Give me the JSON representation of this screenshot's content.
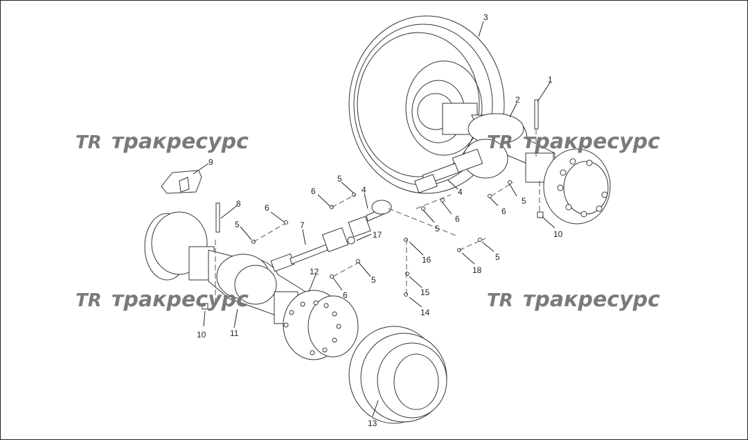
{
  "watermark": {
    "logo_text": "TR",
    "brand_text": "тракресурс",
    "color": "#7a7a7a"
  },
  "callouts": [
    {
      "id": "c1",
      "label": "1"
    },
    {
      "id": "c2",
      "label": "2"
    },
    {
      "id": "c3",
      "label": "3"
    },
    {
      "id": "c4a",
      "label": "4"
    },
    {
      "id": "c4b",
      "label": "4"
    },
    {
      "id": "c5a",
      "label": "5"
    },
    {
      "id": "c5b",
      "label": "5"
    },
    {
      "id": "c5c",
      "label": "5"
    },
    {
      "id": "c5d",
      "label": "5"
    },
    {
      "id": "c5e",
      "label": "5"
    },
    {
      "id": "c5f",
      "label": "5"
    },
    {
      "id": "c6a",
      "label": "6"
    },
    {
      "id": "c6b",
      "label": "6"
    },
    {
      "id": "c6c",
      "label": "6"
    },
    {
      "id": "c6d",
      "label": "6"
    },
    {
      "id": "c6e",
      "label": "6"
    },
    {
      "id": "c7",
      "label": "7"
    },
    {
      "id": "c8",
      "label": "8"
    },
    {
      "id": "c9",
      "label": "9"
    },
    {
      "id": "c10a",
      "label": "10"
    },
    {
      "id": "c10b",
      "label": "10"
    },
    {
      "id": "c11",
      "label": "11"
    },
    {
      "id": "c12",
      "label": "12"
    },
    {
      "id": "c13",
      "label": "13"
    },
    {
      "id": "c14",
      "label": "14"
    },
    {
      "id": "c15",
      "label": "15"
    },
    {
      "id": "c16",
      "label": "16"
    },
    {
      "id": "c17",
      "label": "17"
    },
    {
      "id": "c18",
      "label": "18"
    }
  ]
}
